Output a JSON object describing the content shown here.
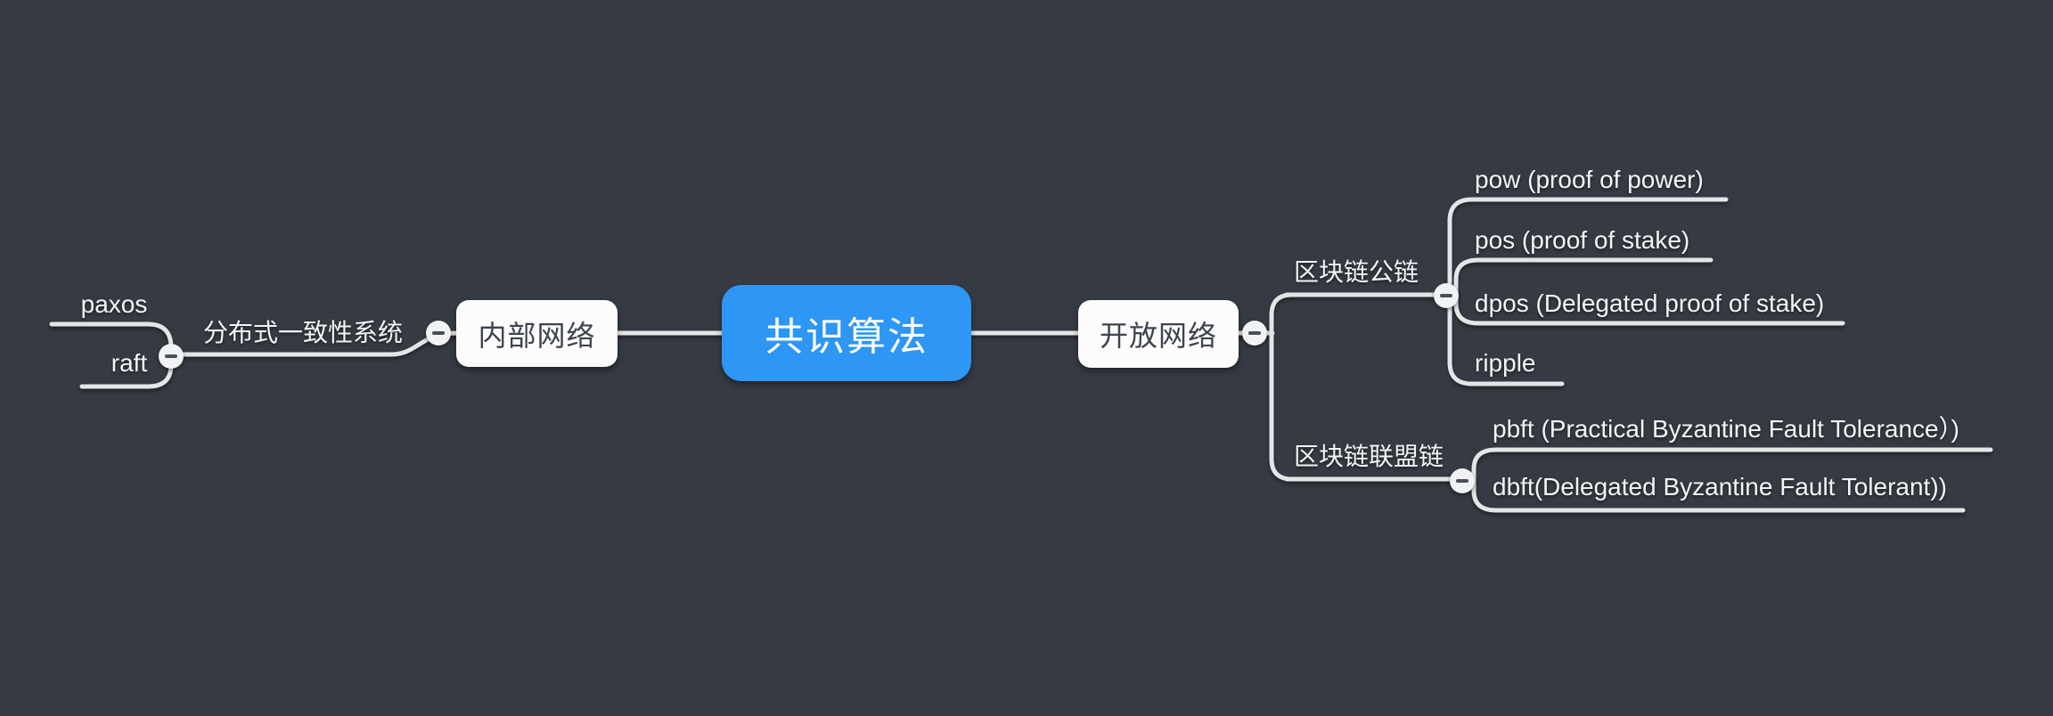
{
  "colors": {
    "background": "#363A42",
    "connector": "#E3E5E7",
    "root_fill": "#2E96F4",
    "root_text": "#FFFFFF",
    "topic_fill": "#FCFCFD",
    "topic_text": "#3E434E",
    "label_text": "#F3F4F6",
    "collapse_fill": "#F1F2F4",
    "collapse_glyph": "#4A4F58"
  },
  "nodes": {
    "root": "共识算法",
    "internal_network": "内部网络",
    "open_network": "开放网络",
    "distributed_system": "分布式一致性系统",
    "paxos": "paxos",
    "raft": "raft",
    "public_chain": "区块链公链",
    "consortium_chain": "区块链联盟链",
    "pow": "pow (proof of power)",
    "pos": "pos (proof of stake)",
    "dpos": "dpos (Delegated proof of stake)",
    "ripple": "ripple",
    "pbft": "pbft (Practical Byzantine Fault Tolerance）)",
    "dbft": "dbft(Delegated Byzantine Fault Tolerant))"
  }
}
